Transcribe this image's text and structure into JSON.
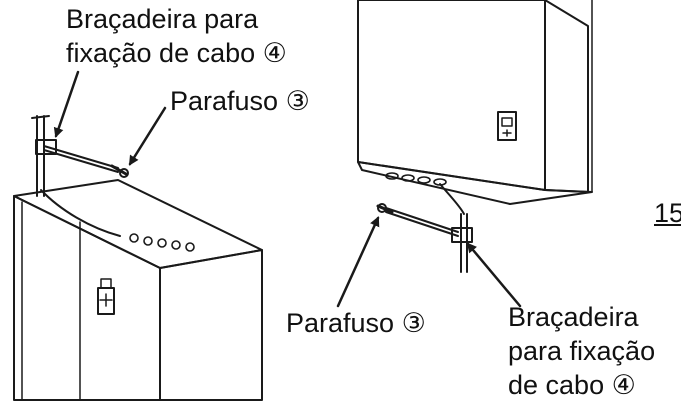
{
  "labels": {
    "top_clamp_line1": "Braçadeira para",
    "top_clamp_line2": "fixação de cabo ④",
    "top_screw": "Parafuso ③",
    "bottom_screw": "Parafuso ③",
    "bottom_clamp_line1": "Braçadeira",
    "bottom_clamp_line2": "para fixação",
    "bottom_clamp_line3": "de cabo ④",
    "page_number": "15"
  },
  "colors": {
    "ink": "#1a1a1a",
    "background": "#ffffff"
  }
}
